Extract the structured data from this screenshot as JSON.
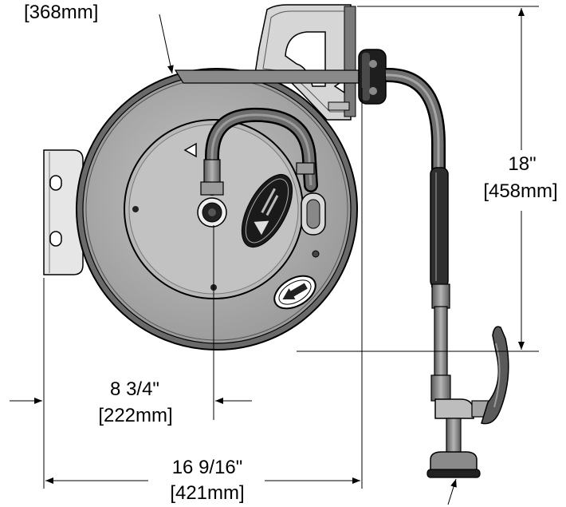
{
  "dimensions": {
    "top_left": {
      "metric": "[368mm]"
    },
    "height": {
      "imperial": "18\"",
      "metric": "[458mm]"
    },
    "offset": {
      "imperial": "8 3/4\"",
      "metric": "[222mm]"
    },
    "width": {
      "imperial": "16 9/16\"",
      "metric": "[421mm]"
    }
  },
  "colors": {
    "line": "#000000",
    "metal_dark": "#4a4a4a",
    "metal_mid": "#8a8a8a",
    "metal_light": "#c9c9c9",
    "hose": "#3a3a3a"
  }
}
